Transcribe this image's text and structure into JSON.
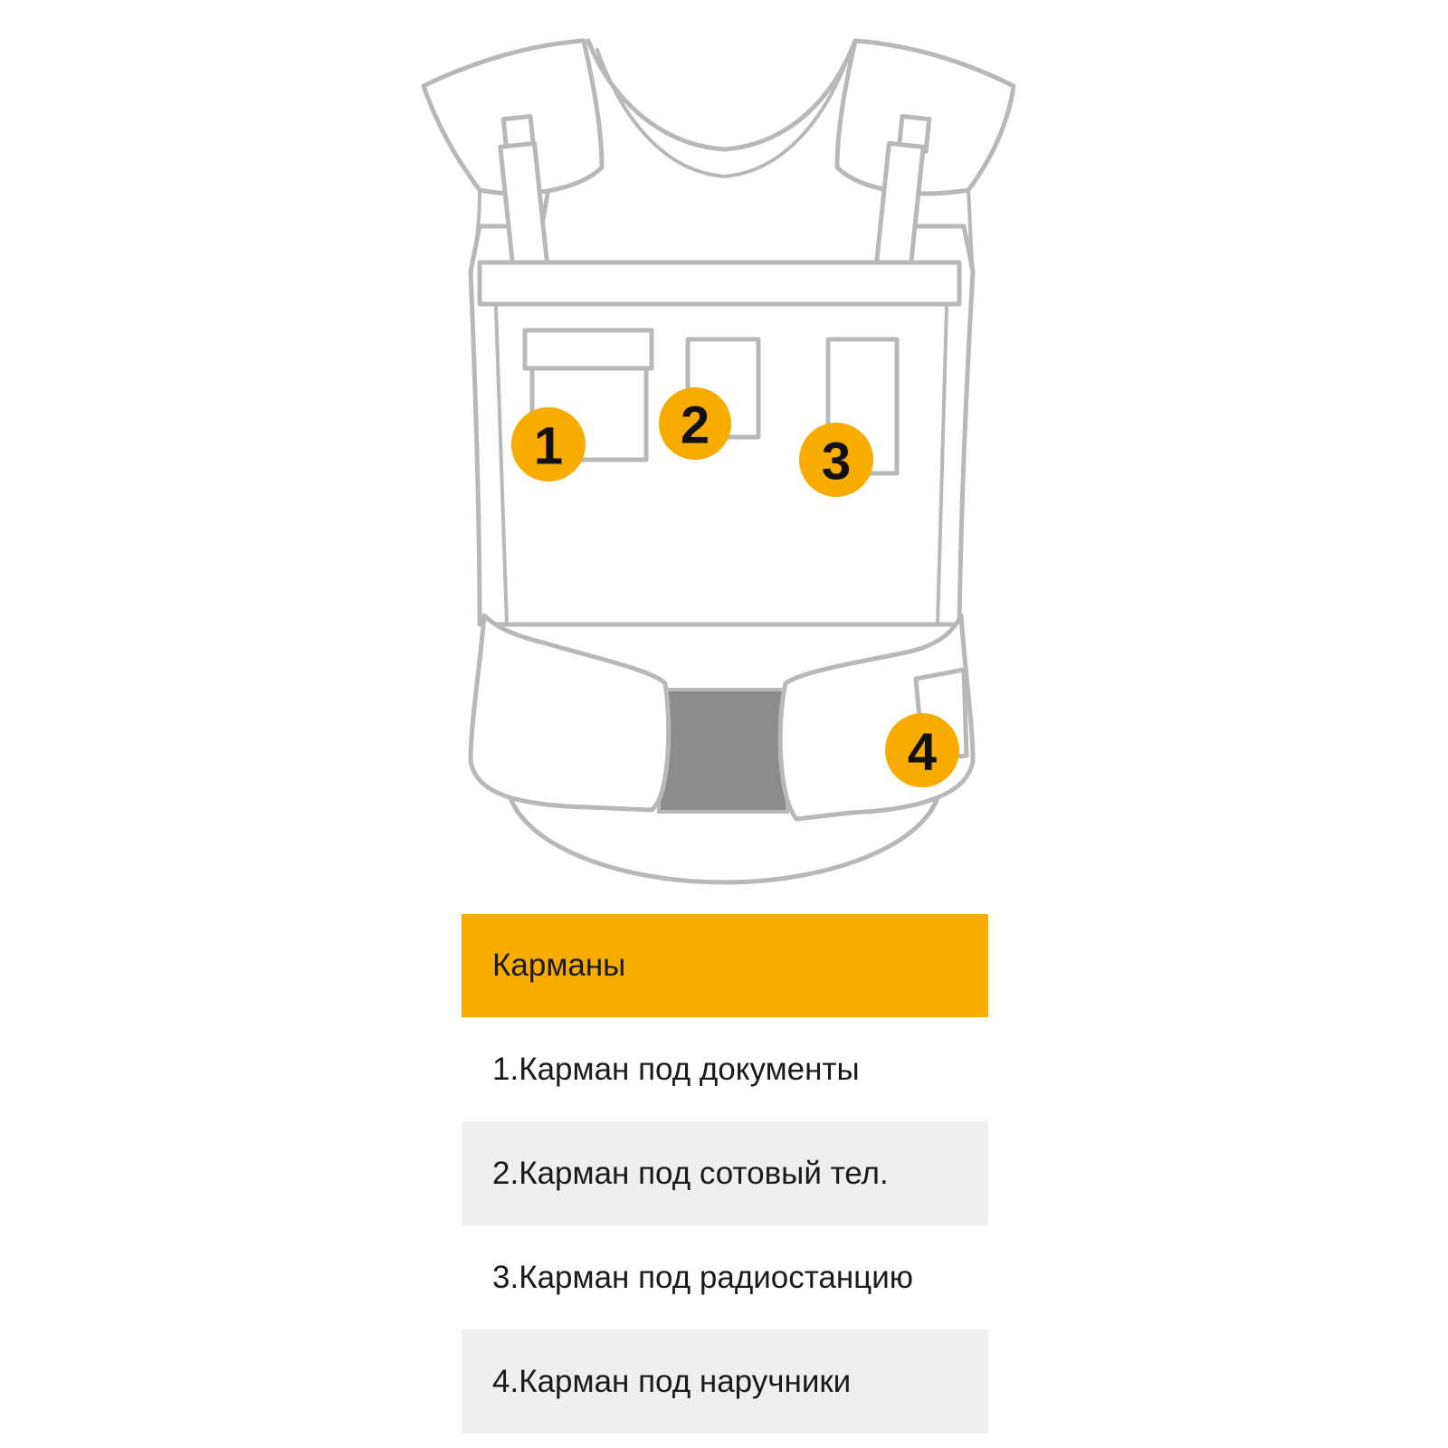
{
  "markers": [
    {
      "id": 1,
      "label": "1"
    },
    {
      "id": 2,
      "label": "2"
    },
    {
      "id": 3,
      "label": "3"
    },
    {
      "id": 4,
      "label": "4"
    }
  ],
  "legend": {
    "title": "Карманы",
    "items": [
      "1.Карман под документы",
      "2.Карман под сотовый тел.",
      "3.Карман под радиостанцию",
      "4.Карман под наручники"
    ]
  },
  "colors": {
    "accent": "#f9ac00",
    "outline": "#b8b8b8",
    "stripe": "#efefef",
    "elastic": "#8c8c8c"
  }
}
